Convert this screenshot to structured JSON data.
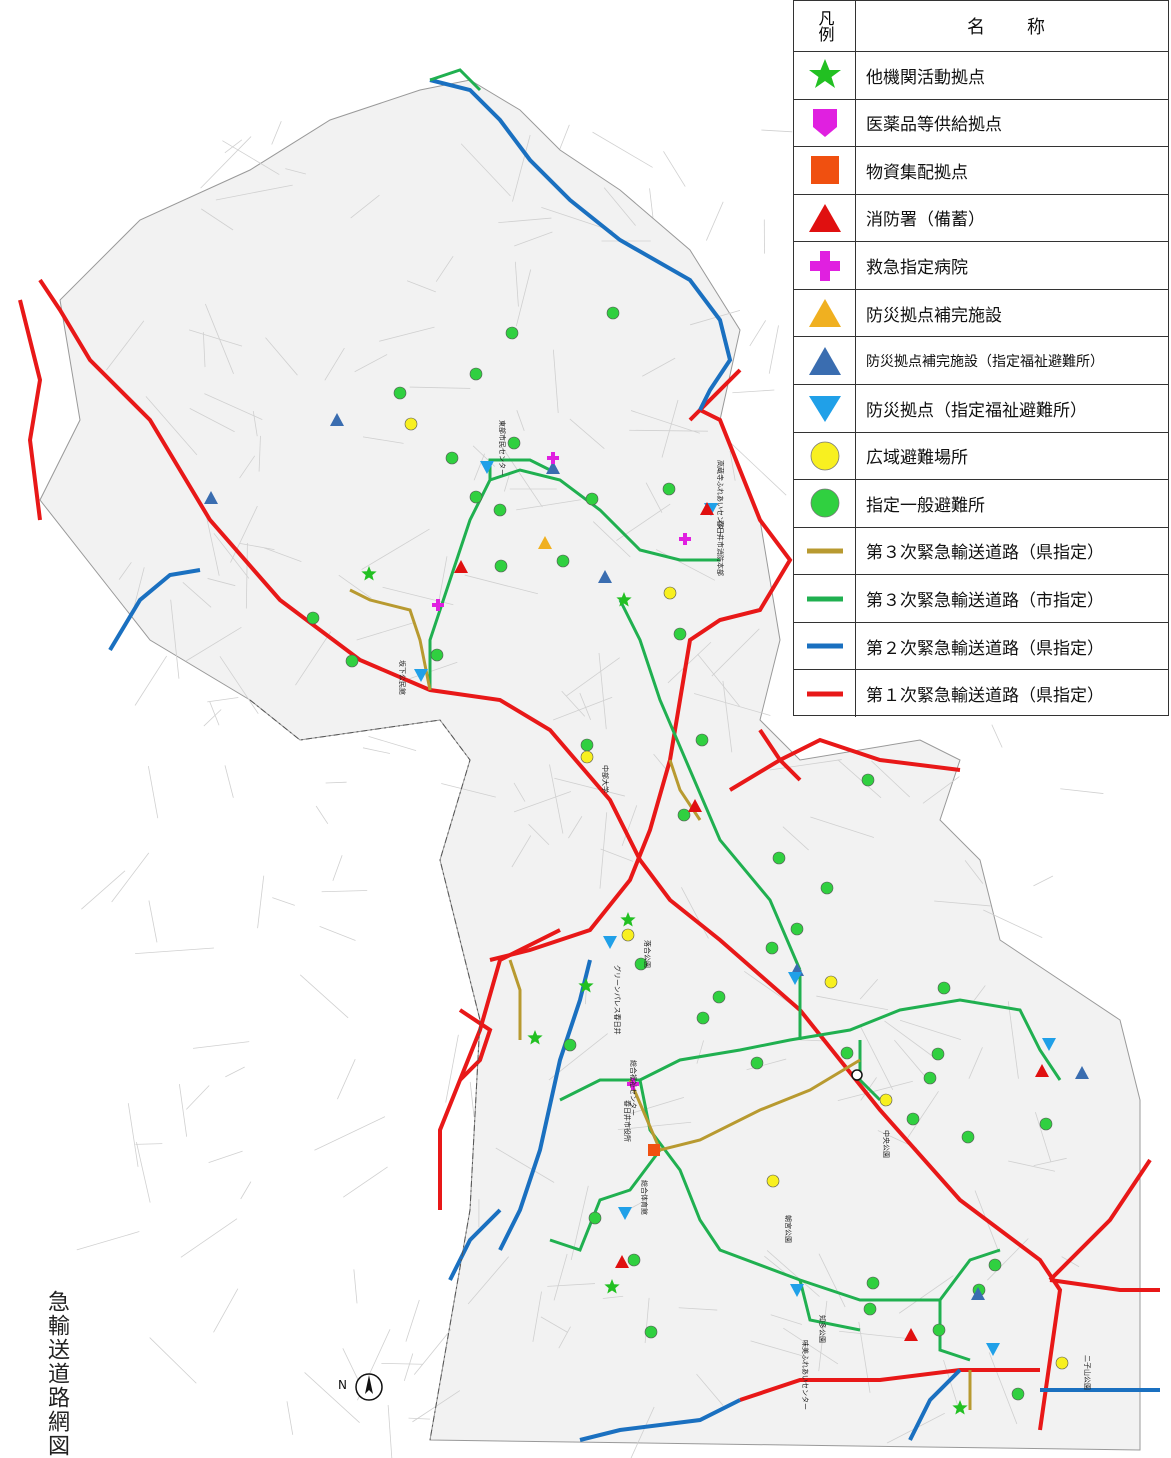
{
  "title": "急輸送道路網図",
  "compass": {
    "label": "N"
  },
  "legend": {
    "header_symbol": "凡例",
    "header_name": "名　称",
    "items": [
      {
        "symbol": "green-star",
        "label": "他機関活動拠点",
        "color": "#22c022"
      },
      {
        "symbol": "magenta-pentagon",
        "label": "医薬品等供給拠点",
        "color": "#e020e0"
      },
      {
        "symbol": "orange-square",
        "label": "物資集配拠点",
        "color": "#f05010"
      },
      {
        "symbol": "red-triangle",
        "label": "消防署（備蓄）",
        "color": "#e01010"
      },
      {
        "symbol": "magenta-cross",
        "label": "救急指定病院",
        "color": "#e020e0"
      },
      {
        "symbol": "orange-triangle",
        "label": "防災拠点補完施設",
        "color": "#f0b020"
      },
      {
        "symbol": "blue-triangle-dark",
        "label": "防災拠点補完施設（指定福祉避難所）",
        "color": "#3a6db0"
      },
      {
        "symbol": "blue-triangle-light",
        "label": "防災拠点（指定福祉避難所）",
        "color": "#20a0e8"
      },
      {
        "symbol": "yellow-circle",
        "label": "広域避難場所",
        "color": "#f8f020"
      },
      {
        "symbol": "green-circle",
        "label": "指定一般避難所",
        "color": "#30d040"
      },
      {
        "symbol": "olive-line",
        "label": "第３次緊急輸送道路（県指定）",
        "color": "#b89a30"
      },
      {
        "symbol": "green-line",
        "label": "第３次緊急輸送道路（市指定）",
        "color": "#20b050"
      },
      {
        "symbol": "blue-line",
        "label": "第２次緊急輸送道路（県指定）",
        "color": "#1a70c0"
      },
      {
        "symbol": "red-line",
        "label": "第１次緊急輸送道路（県指定）",
        "color": "#e81818"
      }
    ]
  },
  "facility_labels": [
    "中部大学",
    "総合体育館",
    "グリーンパレス春日井",
    "春日井市役所",
    "総合福祉センター",
    "落合公園",
    "朝宮公園",
    "中央公園",
    "二子山公園",
    "春日井市消防本部",
    "高蔵寺ふれあいセンター",
    "坂下公民館",
    "東部市民センター",
    "味美ふれあいセンター",
    "知多公園"
  ]
}
